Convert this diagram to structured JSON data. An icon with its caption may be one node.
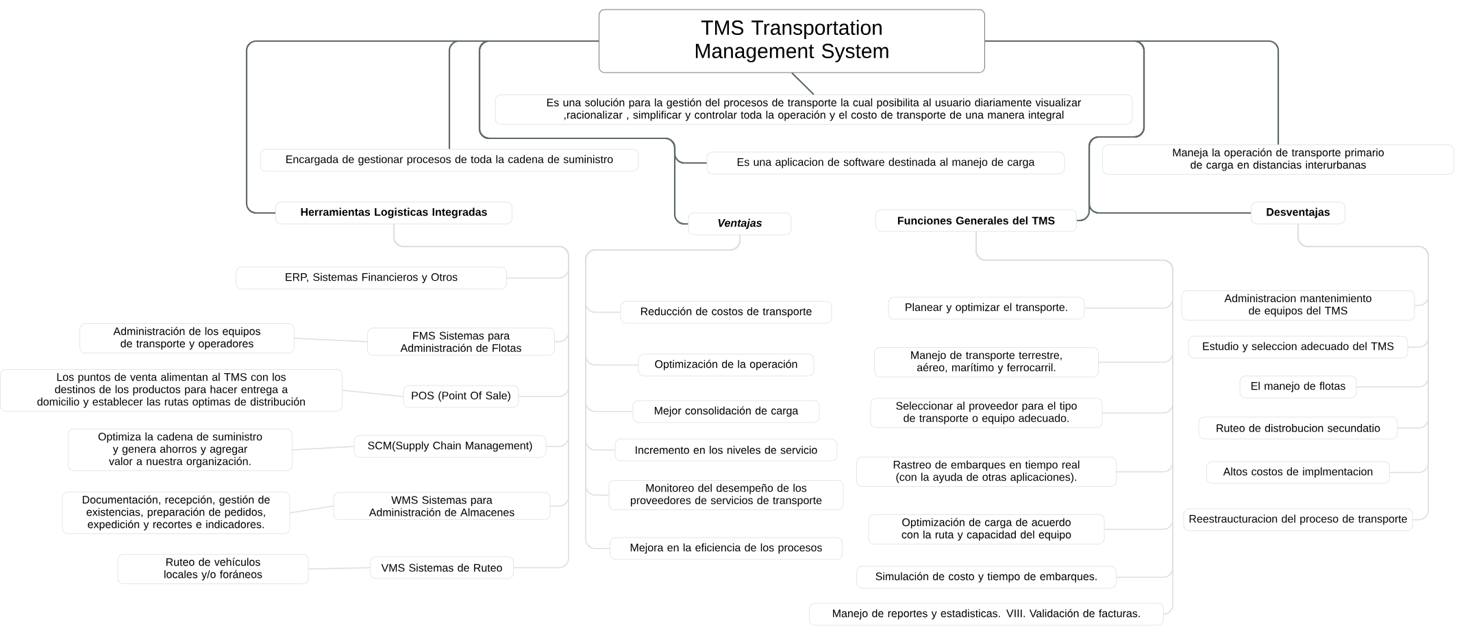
{
  "diagram": {
    "nodes": [
      {
        "text": [
          "TMS Transportation Management System"
        ]
      },
      {
        "text": [
          "Es una solución para la gestión del procesos de transporte la cual posibilita al usuario diariamente visualizar ,racionalizar , simplificar y controlar toda la operación y el costo de transporte de una manera integral"
        ]
      },
      {
        "text": [
          "Encargada de gestionar procesos de toda la cadena de suministro"
        ]
      },
      {
        "text": [
          "Es una aplicacion de software destinada al manejo de carga"
        ]
      },
      {
        "text": [
          "Maneja la operación de transporte primario de carga en distancias interurbanas"
        ]
      },
      {
        "text": [
          "Herramientas Logisticas Integradas"
        ]
      },
      {
        "text": [
          "Ventajas"
        ]
      },
      {
        "text": [
          "Funciones Generales del TMS"
        ]
      },
      {
        "text": [
          "Desventajas"
        ]
      },
      {
        "text": [
          "ERP, Sistemas Financieros y Otros"
        ]
      },
      {
        "text": [
          "FMS Sistemas para Administración de Flotas"
        ]
      },
      {
        "text": [
          "Administración de los equipos de transporte y operadores"
        ]
      },
      {
        "text": [
          "POS (Point Of Sale)"
        ]
      },
      {
        "text": [
          "Los puntos de venta alimentan al TMS con los destinos de los productos para hacer entrega a domicilio y establecer las rutas optimas de distribución"
        ]
      },
      {
        "text": [
          "SCM(Supply Chain Management)"
        ]
      },
      {
        "text": [
          "Optimiza la cadena de suministro y genera ahorros y agregar valor a nuestra organización."
        ]
      },
      {
        "text": [
          "WMS Sistemas para Administración de Almacenes"
        ]
      },
      {
        "text": [
          "Documentación, recepción, gestión de existencias, preparación de pedidos, expedición y recortes e indicadores."
        ]
      },
      {
        "text": [
          "VMS Sistemas de Ruteo"
        ]
      },
      {
        "text": [
          "Ruteo de vehículos locales y/o foráneos"
        ]
      },
      {
        "text": [
          "Reducción de costos de transporte"
        ]
      },
      {
        "text": [
          "Optimización de la operación"
        ]
      },
      {
        "text": [
          "Mejor consolidación de carga"
        ]
      },
      {
        "text": [
          "Incremento en los niveles de servicio"
        ]
      },
      {
        "text": [
          "Monitoreo del desempeño de los proveedores de servicios de transporte"
        ]
      },
      {
        "text": [
          "Mejora en la eficiencia de los procesos"
        ]
      },
      {
        "text": [
          "Planear y optimizar el transporte."
        ]
      },
      {
        "text": [
          "Manejo de transporte terrestre, aéreo, marítimo y ferrocarril."
        ]
      },
      {
        "text": [
          "Seleccionar al proveedor para el tipo de transporte o equipo adecuado."
        ]
      },
      {
        "text": [
          "Rastreo de embarques en tiempo real (con la ayuda de otras aplicaciones)."
        ]
      },
      {
        "text": [
          "Optimización de carga de acuerdo con la ruta y capacidad del equipo"
        ]
      },
      {
        "text": [
          "Simulación de costo y tiempo de embarques."
        ]
      },
      {
        "text": [
          "Manejo de reportes y estadisticas. VIII. Validación de facturas."
        ]
      },
      {
        "text": [
          "Administracion mantenimiento de equipos del TMS"
        ]
      },
      {
        "text": [
          "Estudio y seleccion adecuado del TMS"
        ]
      },
      {
        "text": [
          "El manejo de flotas"
        ]
      },
      {
        "text": [
          "Ruteo de distrobucion secundatio"
        ]
      },
      {
        "text": [
          "Altos costos de implmentacion"
        ]
      },
      {
        "text": [
          "Reestraucturacion del proceso de transporte"
        ]
      }
    ],
    "edges": [
      {
        "from": 0,
        "to": 1,
        "arrow": "none",
        "color": "#5f6969"
      },
      {
        "from": 0,
        "to": 2,
        "arrow": "none",
        "color": "#5f6969"
      },
      {
        "from": 0,
        "to": 3,
        "arrow": "none",
        "color": "#5f6969"
      },
      {
        "from": 0,
        "to": 4,
        "arrow": "none",
        "color": "#5f6969"
      },
      {
        "from": 0,
        "to": 5,
        "arrow": "none",
        "color": "#5f6969"
      },
      {
        "from": 0,
        "to": 6,
        "arrow": "none",
        "color": "#5f6969"
      },
      {
        "from": 0,
        "to": 7,
        "arrow": "none",
        "color": "#5f6969"
      },
      {
        "from": 0,
        "to": 8,
        "arrow": "none",
        "color": "#5f6969"
      },
      {
        "from": 5,
        "to": 9,
        "arrow": "none"
      },
      {
        "from": 5,
        "to": 10,
        "arrow": "none"
      },
      {
        "from": 5,
        "to": 12,
        "arrow": "none"
      },
      {
        "from": 5,
        "to": 14,
        "arrow": "none"
      },
      {
        "from": 5,
        "to": 16,
        "arrow": "none"
      },
      {
        "from": 5,
        "to": 18,
        "arrow": "none"
      },
      {
        "from": 10,
        "to": 11,
        "arrow": "none"
      },
      {
        "from": 12,
        "to": 13,
        "arrow": "none"
      },
      {
        "from": 14,
        "to": 15,
        "arrow": "none"
      },
      {
        "from": 16,
        "to": 17,
        "arrow": "none"
      },
      {
        "from": 18,
        "to": 19,
        "arrow": "none"
      },
      {
        "from": 6,
        "to": 20,
        "arrow": "none"
      },
      {
        "from": 6,
        "to": 21,
        "arrow": "none"
      },
      {
        "from": 6,
        "to": 22,
        "arrow": "none"
      },
      {
        "from": 6,
        "to": 23,
        "arrow": "none"
      },
      {
        "from": 6,
        "to": 24,
        "arrow": "none"
      },
      {
        "from": 6,
        "to": 25,
        "arrow": "none"
      },
      {
        "from": 7,
        "to": 26,
        "arrow": "none"
      },
      {
        "from": 7,
        "to": 27,
        "arrow": "none"
      },
      {
        "from": 7,
        "to": 28,
        "arrow": "none"
      },
      {
        "from": 7,
        "to": 29,
        "arrow": "none"
      },
      {
        "from": 7,
        "to": 30,
        "arrow": "none"
      },
      {
        "from": 7,
        "to": 31,
        "arrow": "none"
      },
      {
        "from": 7,
        "to": 32,
        "arrow": "none"
      },
      {
        "from": 8,
        "to": 33,
        "arrow": "none"
      },
      {
        "from": 8,
        "to": 34,
        "arrow": "none"
      },
      {
        "from": 8,
        "to": 35,
        "arrow": "none"
      },
      {
        "from": 8,
        "to": 36,
        "arrow": "none"
      },
      {
        "from": 8,
        "to": 37,
        "arrow": "none"
      },
      {
        "from": 8,
        "to": 38,
        "arrow": "none"
      }
    ]
  }
}
